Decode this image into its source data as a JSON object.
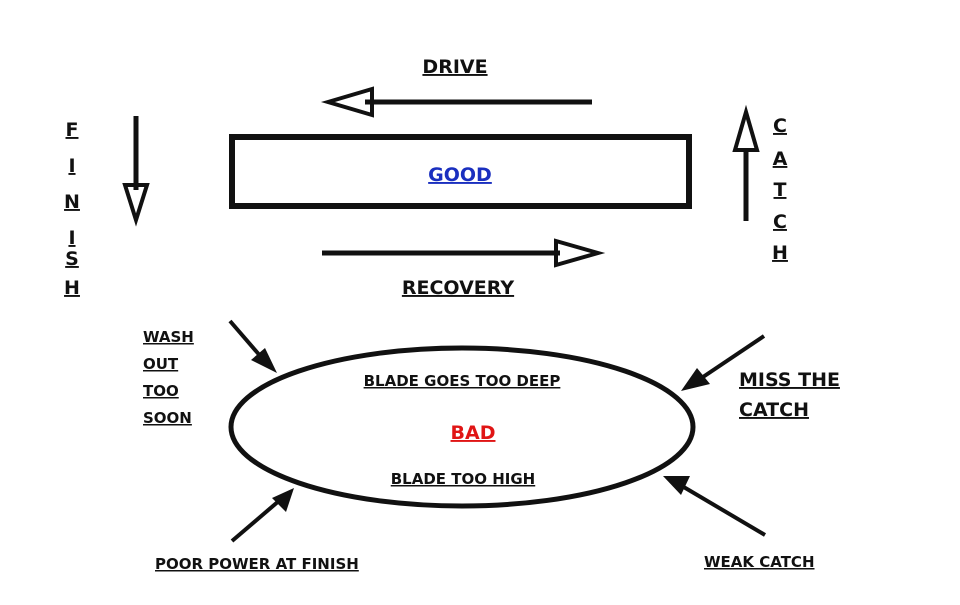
{
  "labels": {
    "drive": "DRIVE",
    "recovery": "RECOVERY",
    "good": "GOOD",
    "bad": "BAD",
    "finish": [
      "F",
      "I",
      "N",
      "I",
      "S",
      "H"
    ],
    "catch": [
      "C",
      "A",
      "T",
      "C",
      "H"
    ],
    "wash_out": [
      "WASH",
      "OUT",
      "TOO",
      "SOON"
    ],
    "miss_the_catch": [
      "MISS THE",
      "CATCH"
    ],
    "blade_deep": "BLADE GOES TOO DEEP",
    "blade_high": "BLADE TOO HIGH",
    "poor_power": "POOR POWER AT FINISH",
    "weak_catch": "WEAK CATCH"
  },
  "colors": {
    "good": "#1a2fbf",
    "bad": "#e01515",
    "ink": "#111111"
  }
}
